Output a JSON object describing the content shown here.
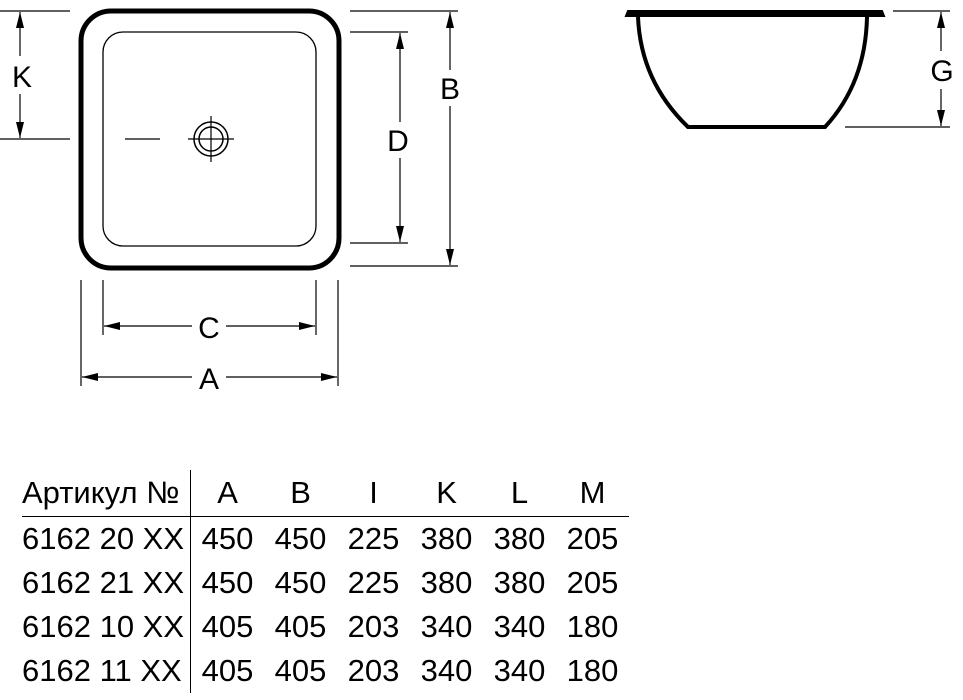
{
  "drawing": {
    "top_view_labels": {
      "K": "K",
      "B": "B",
      "D": "D",
      "C": "C",
      "A": "A"
    },
    "side_view_labels": {
      "G": "G"
    }
  },
  "table": {
    "header": {
      "article": "Артикул №",
      "cols": [
        "A",
        "B",
        "I",
        "K",
        "L",
        "M"
      ]
    },
    "rows": [
      {
        "article": "6162 20 XX",
        "values": [
          "450",
          "450",
          "225",
          "380",
          "380",
          "205"
        ]
      },
      {
        "article": "6162 21 XX",
        "values": [
          "450",
          "450",
          "225",
          "380",
          "380",
          "205"
        ]
      },
      {
        "article": "6162 10 XX",
        "values": [
          "405",
          "405",
          "203",
          "340",
          "340",
          "180"
        ]
      },
      {
        "article": "6162 11 XX",
        "values": [
          "405",
          "405",
          "203",
          "340",
          "340",
          "180"
        ]
      }
    ]
  }
}
